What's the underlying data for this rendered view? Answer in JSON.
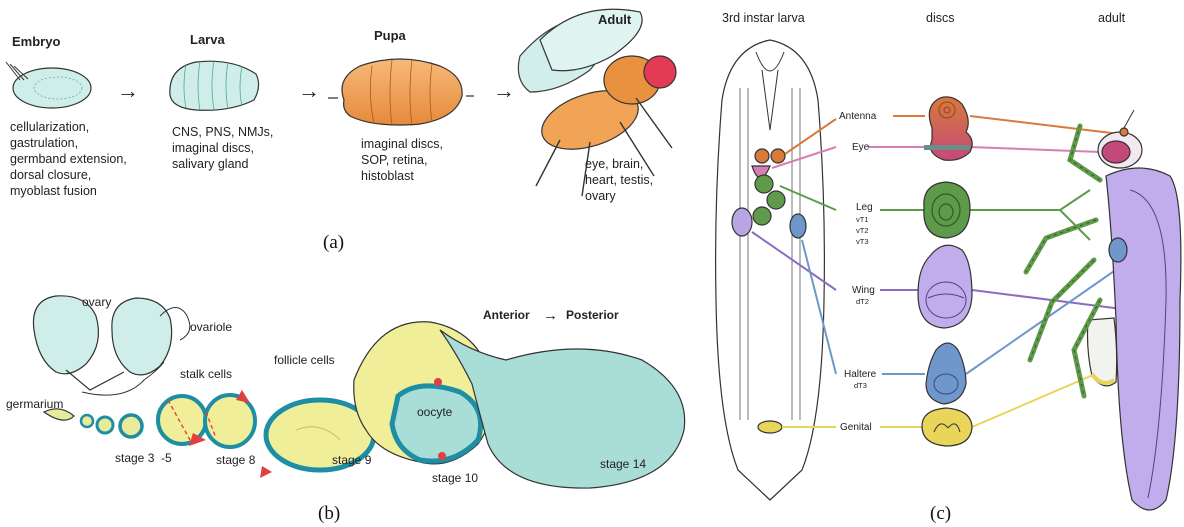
{
  "panel_labels": {
    "a": "(a)",
    "b": "(b)",
    "c": "(c)"
  },
  "panel_a": {
    "stages": [
      {
        "title": "Embryo",
        "lines": [
          "cellularization,",
          "gastrulation,",
          "germband extension,",
          "dorsal closure,",
          "myoblast fusion"
        ]
      },
      {
        "title": "Larva",
        "lines": [
          "CNS, PNS, NMJs,",
          "imaginal discs,",
          "salivary gland"
        ]
      },
      {
        "title": "Pupa",
        "lines": [
          "imaginal discs,",
          "SOP, retina,",
          "histoblast"
        ]
      },
      {
        "title": "Adult",
        "lines": [
          "eye, brain,",
          "heart, testis,",
          "ovary"
        ]
      }
    ],
    "arrow": "→"
  },
  "panel_b": {
    "ovary": "ovary",
    "ovariole": "ovariole",
    "germarium": "germarium",
    "stalk_cells": "stalk cells",
    "follicle_cells": "follicle cells",
    "oocyte": "oocyte",
    "axis_anterior": "Anterior",
    "axis_arrow": "→",
    "axis_posterior": "Posterior",
    "stage_3_5a": "stage 3",
    "stage_3_5b": "-5",
    "stage_8": "stage 8",
    "stage_9": "stage 9",
    "stage_10": "stage 10",
    "stage_14": "stage 14"
  },
  "panel_c": {
    "col_larva": "3rd instar larva",
    "col_discs": "discs",
    "col_adult": "adult",
    "discs": [
      {
        "name": "Antenna",
        "sub": "",
        "color": "#d9793a"
      },
      {
        "name": "Eye",
        "sub": "",
        "color": "#d77fb2"
      },
      {
        "name": "Leg",
        "sub": "vT1",
        "color": "#5e9a4a"
      },
      {
        "name": "",
        "sub": "vT2",
        "color": "#5e9a4a"
      },
      {
        "name": "",
        "sub": "vT3",
        "color": "#5e9a4a"
      },
      {
        "name": "Wing",
        "sub": "dT2",
        "color": "#8c6cc0"
      },
      {
        "name": "Haltere",
        "sub": "dT3",
        "color": "#6f97cc"
      },
      {
        "name": "Genital",
        "sub": "",
        "color": "#e8d55a"
      }
    ]
  }
}
